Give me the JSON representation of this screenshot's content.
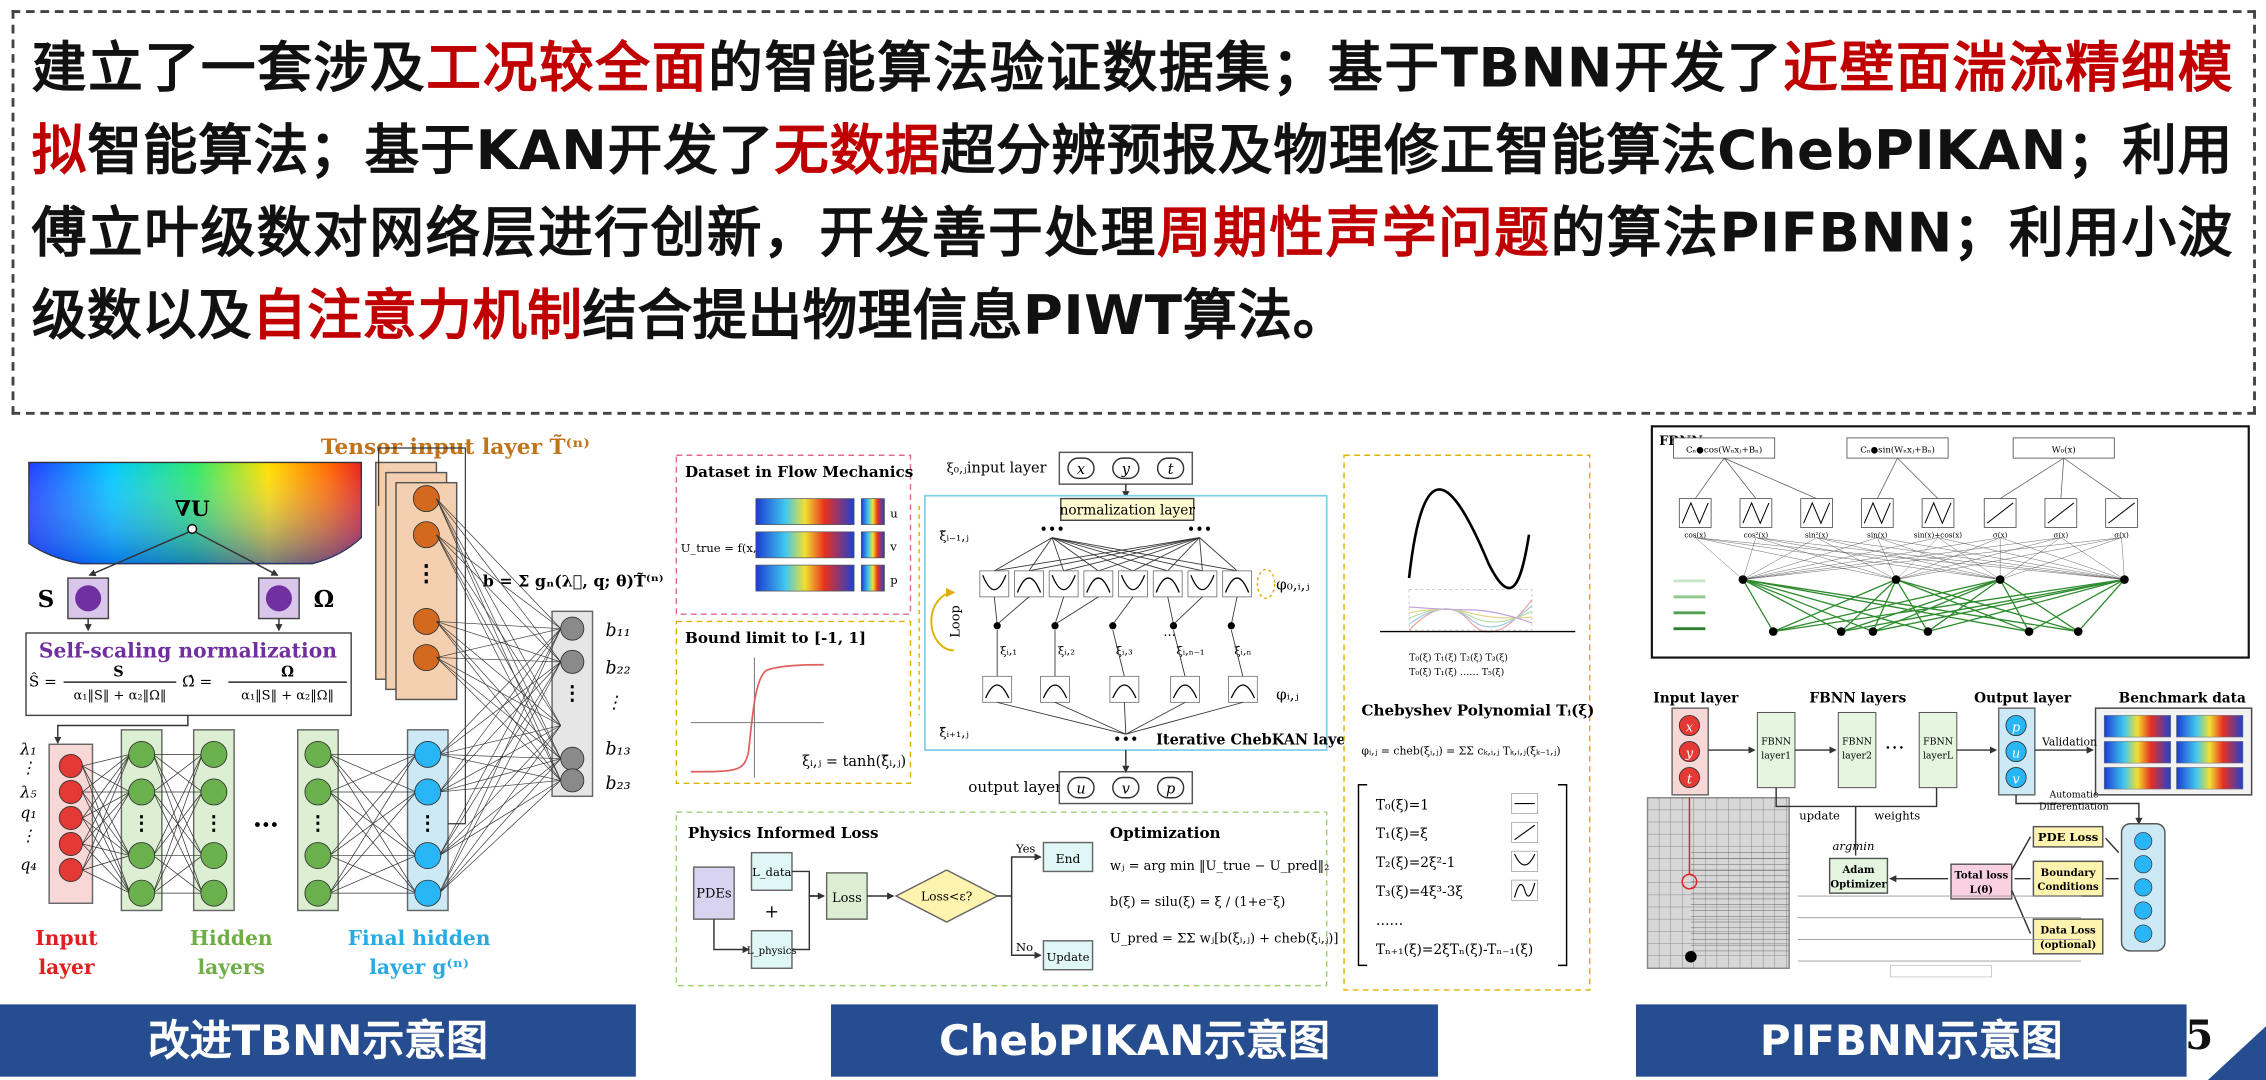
{
  "summary": {
    "segments": [
      {
        "text": "建立了一套涉及",
        "highlight": false
      },
      {
        "text": "工况较全面",
        "highlight": true
      },
      {
        "text": "的智能算法验证数据集；基于TBNN开发了",
        "highlight": false
      },
      {
        "text": "近壁面湍流精细模拟",
        "highlight": true
      },
      {
        "text": "智能算法；基于KAN开发了",
        "highlight": false
      },
      {
        "text": "无数据",
        "highlight": true
      },
      {
        "text": "超分辨预报及物理修正智能算法ChebPIKAN；利用傅立叶级数对网络层进行创新，开发善于处理",
        "highlight": false
      },
      {
        "text": "周期性声学问题",
        "highlight": true
      },
      {
        "text": "的算法PIFBNN；利用小波级数以及",
        "highlight": false
      },
      {
        "text": "自注意力机制",
        "highlight": true
      },
      {
        "text": "结合提出物理信息PIWT算法。",
        "highlight": false
      }
    ],
    "highlight_color": "#c00000"
  },
  "tbnn": {
    "tensor_label": "Tensor input layer T̃⁽ⁿ⁾",
    "gradient_label": "∇U",
    "s_label": "S",
    "omega_label": "Ω",
    "norm_title": "Self-scaling normalization",
    "norm_s_lhs": "Ŝ =",
    "norm_s_num": "S",
    "norm_s_den": "α₁‖S‖ + α₂‖Ω‖",
    "norm_o_lhs": "Ω̂ =",
    "norm_o_num": "Ω",
    "norm_o_den": "α₁‖S‖ + α₂‖Ω‖",
    "b_eq": "b = Σ gₙ(λ⃗, q; θ)T̃⁽ⁿ⁾",
    "b_outputs": [
      "b₁₁",
      "b₂₂",
      "⋮",
      "b₁₃",
      "b₂₃"
    ],
    "inputs": [
      "λ₁",
      "⋮",
      "λ₅",
      "q₁",
      "⋮",
      "q₄"
    ],
    "input_label_1": "Input",
    "input_label_2": "layer",
    "hidden_label_1": "Hidden",
    "hidden_label_2": "layers",
    "final_label_1": "Final hidden",
    "final_label_2": "layer g⁽ⁿ⁾",
    "dots": "…"
  },
  "cheb": {
    "dataset_title": "Dataset in Flow Mechanics",
    "dataset_eq": "U_true = f(x, t)",
    "field_labels": [
      "u",
      "v",
      "p"
    ],
    "bound_title": "Bound limit to [-1, 1]",
    "tanh_eq": "ξᵢ,ⱼ = tanh(ξ̃ᵢ,ⱼ)",
    "input_layer": "input layer",
    "xi0": "ξ₀,ⱼ",
    "inputs": [
      "x",
      "y",
      "t"
    ],
    "norm_layer": "normalization layer",
    "xi_prev": "ξ̃ᵢ₋₁,ⱼ",
    "xi_next": "ξ̃ᵢ₊₁,ⱼ",
    "loop": "Loop",
    "phi0": "φ₀,ᵢ,ⱼ",
    "phi": "φᵢ,ⱼ",
    "nodes": [
      "ξᵢ,₁",
      "ξᵢ,₂",
      "ξᵢ,₃",
      "ξᵢ,ₙ₋₁",
      "ξᵢ,ₙ"
    ],
    "iterative": "Iterative ChebKAN layers",
    "output_layer": "output layer",
    "outputs": [
      "u",
      "v",
      "p"
    ],
    "cheb_title": "Chebyshev Polynomial Tᵢ(ξ)",
    "cheb_eq": "φᵢ,ⱼ = cheb(ξᵢ,ⱼ) = ΣΣ cₖ,ᵢ,ⱼ Tₖ,ᵢ,ⱼ(ξₖ₋₁,ⱼ)",
    "t_axis_1": "T₀(ξ)  T₁(ξ)  T₂(ξ)  T₃(ξ)",
    "t_axis_2": "T₀(ξ)  T₁(ξ) …… T₅(ξ)",
    "polys": [
      "T₀(ξ)=1",
      "T₁(ξ)=ξ",
      "T₂(ξ)=2ξ²-1",
      "T₃(ξ)=4ξ³-3ξ",
      "……",
      "Tₙ₊₁(ξ)=2ξTₙ(ξ)-Tₙ₋₁(ξ)"
    ],
    "loss_title": "Physics Informed Loss",
    "pdes": "PDEs",
    "l_data": "L_data",
    "plus": "+",
    "l_physics": "L_physics",
    "loss": "Loss",
    "loss_check": "Loss<ε?",
    "yes": "Yes",
    "no": "No",
    "end": "End",
    "update": "Update",
    "opt_title": "Optimization",
    "opt_eq_1": "wⱼ = arg min ‖U_true − U_pred‖₂",
    "opt_eq_2": "b(ξ) = silu(ξ) = ξ / (1+e⁻ξ)",
    "opt_eq_3": "U_pred = ΣΣ wⱼ[b(ξᵢ,ⱼ) + cheb(ξᵢ,ⱼ)]"
  },
  "fbnn": {
    "title": "FBNN",
    "boxes": [
      "Cₙ●cos(Wₙxⱼ+Bₙ)",
      "Cₙ●sin(Wₙxⱼ+Bₙ)",
      "W₀(x)"
    ],
    "acts": [
      "cos(x)",
      "cos²(x)",
      "sin²(x)",
      "sin(x)",
      "sin(x)+cos(x)",
      "σ(x)",
      "σ(x)",
      "σ(x)"
    ],
    "input_layer": "Input layer",
    "fbnn_layers": "FBNN layers",
    "output_layer": "Output layer",
    "benchmark": "Benchmark data",
    "inputs": [
      "x",
      "y",
      "t"
    ],
    "layers": [
      "FBNN\nlayer1",
      "FBNN\nlayer2",
      "FBNN\nlayerL"
    ],
    "outputs": [
      "p",
      "u",
      "v"
    ],
    "validation": "Validation",
    "auto_diff": "Automatic\nDifferentiation",
    "update": "update",
    "weights": "weights",
    "argmin": "argmin",
    "pde_loss": "PDE Loss",
    "adam": "Adam\nOptimizer",
    "total_loss": "Total loss\nL(θ)",
    "boundary": "Boundary\nConditions",
    "data_loss": "Data Loss\n(optional)",
    "dots": "…"
  },
  "captions": [
    "改进TBNN示意图",
    "ChebPIKAN示意图",
    "PIFBNN示意图"
  ],
  "page_number": "5",
  "colors": {
    "caption_bg": "#264d8f",
    "input_node": "#e53935",
    "hidden_node": "#6ab04c",
    "final_node": "#29b6f6",
    "tensor_node": "#d2691e",
    "output_node": "#8a8a8a",
    "tensor_label": "#c0741c",
    "norm_title": "#7030a0",
    "green_label": "#70ad47",
    "blue_label": "#29abe2"
  }
}
